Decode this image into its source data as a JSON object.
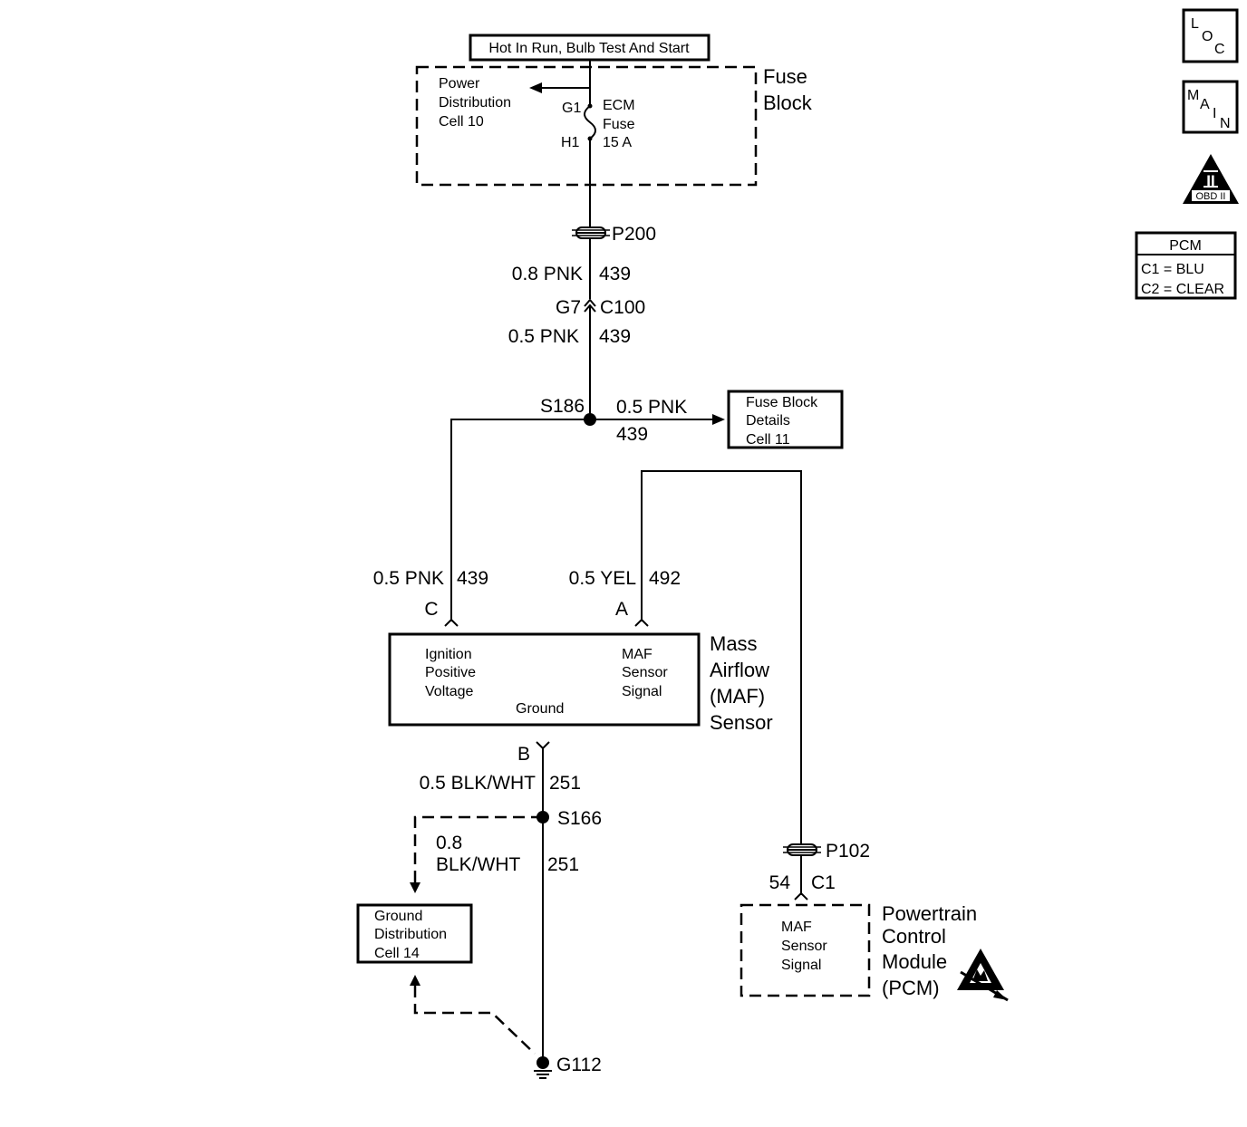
{
  "header_label": "Hot In Run, Bulb Test And Start",
  "fuse_block": {
    "title_line1": "Fuse",
    "title_line2": "Block",
    "power_dist_line1": "Power",
    "power_dist_line2": "Distribution",
    "power_dist_line3": "Cell 10",
    "pin_top": "G1",
    "pin_bottom": "H1",
    "fuse_line1": "ECM",
    "fuse_line2": "Fuse",
    "fuse_line3": "15 A"
  },
  "connectors": {
    "p200": "P200",
    "c100_pin": "G7",
    "c100": "C100",
    "s186": "S186",
    "s166": "S166",
    "g112": "G112",
    "p102": "P102",
    "pcm_pin": "54",
    "pcm_conn": "C1"
  },
  "wires": {
    "upper_gauge": "0.8 PNK",
    "upper_circuit": "439",
    "lower_gauge": "0.5 PNK",
    "lower_circuit": "439",
    "branch_gauge": "0.5 PNK",
    "branch_circuit": "439",
    "maf_c_gauge": "0.5 PNK",
    "maf_c_circuit": "439",
    "maf_a_gauge": "0.5 YEL",
    "maf_a_circuit": "492",
    "maf_b_gauge": "0.5 BLK/WHT",
    "maf_b_circuit": "251",
    "ground_gauge_line1": "0.8",
    "ground_gauge_line2": "BLK/WHT",
    "ground_circuit": "251"
  },
  "fuse_details": {
    "line1": "Fuse Block",
    "line2": "Details",
    "line3": "Cell 11"
  },
  "maf_sensor": {
    "pin_c": "C",
    "pin_a": "A",
    "pin_b": "B",
    "ign_line1": "Ignition",
    "ign_line2": "Positive",
    "ign_line3": "Voltage",
    "sig_line1": "MAF",
    "sig_line2": "Sensor",
    "sig_line3": "Signal",
    "ground": "Ground",
    "title_line1": "Mass",
    "title_line2": "Airflow",
    "title_line3": "(MAF)",
    "title_line4": "Sensor"
  },
  "ground_dist": {
    "line1": "Ground",
    "line2": "Distribution",
    "line3": "Cell 14"
  },
  "pcm": {
    "sig_line1": "MAF",
    "sig_line2": "Sensor",
    "sig_line3": "Signal",
    "title_line1": "Powertrain",
    "title_line2": "Control",
    "title_line3": "Module",
    "title_line4": "(PCM)"
  },
  "side_icons": {
    "loc_l": "L",
    "loc_o": "O",
    "loc_c": "C",
    "main_m": "M",
    "main_a": "A",
    "main_i": "I",
    "main_n": "N",
    "obd_numeral": "II",
    "obd_label": "OBD II"
  },
  "pcm_legend": {
    "title": "PCM",
    "row1": "C1 = BLU",
    "row2": "C2 = CLEAR"
  }
}
